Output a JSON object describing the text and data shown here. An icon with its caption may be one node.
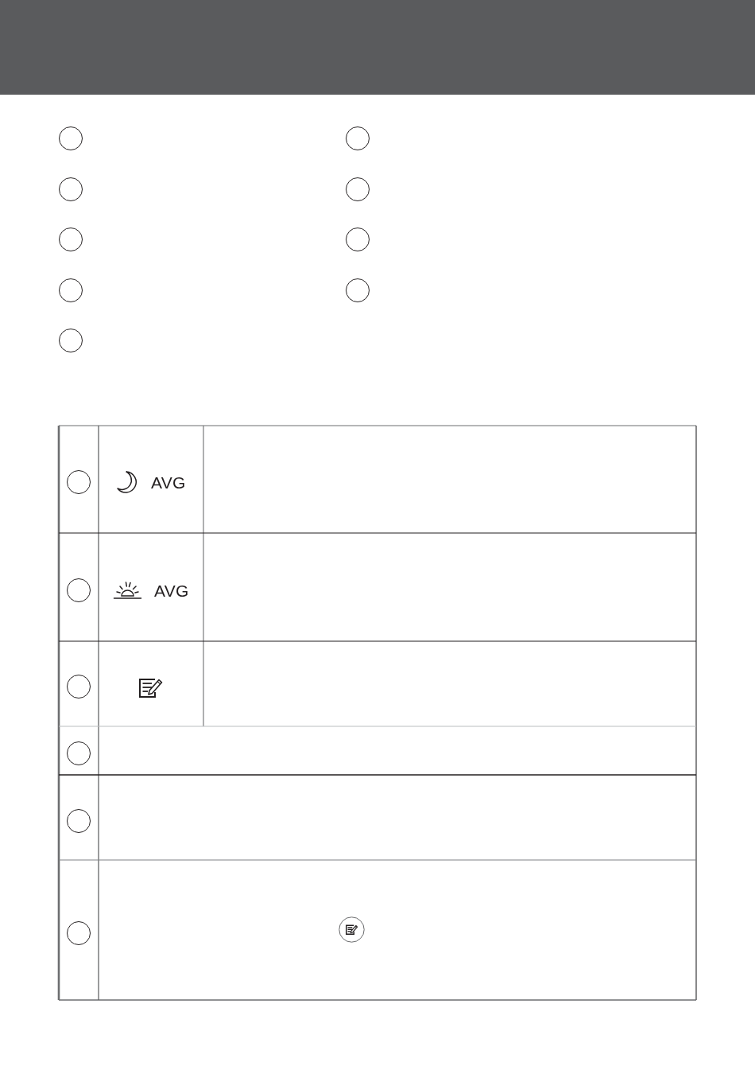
{
  "diagram": {
    "nodes": [
      {
        "text": [],
        "shape": "circle"
      },
      {
        "text": [],
        "shape": "circle"
      },
      {
        "text": [],
        "shape": "circle"
      },
      {
        "text": [],
        "shape": "circle"
      },
      {
        "text": [],
        "shape": "circle"
      },
      {
        "text": [],
        "shape": "circle"
      },
      {
        "text": [],
        "shape": "circle"
      },
      {
        "text": [],
        "shape": "circle"
      },
      {
        "text": [],
        "shape": "circle"
      },
      {
        "text": [],
        "shape": "circle"
      },
      {
        "text": [],
        "shape": "circle"
      },
      {
        "text": [],
        "shape": "circle"
      },
      {
        "text": [],
        "shape": "circle"
      },
      {
        "text": [],
        "shape": "circle"
      },
      {
        "text": [],
        "shape": "circle"
      }
    ],
    "labels": [
      "AVG",
      "AVG"
    ]
  }
}
